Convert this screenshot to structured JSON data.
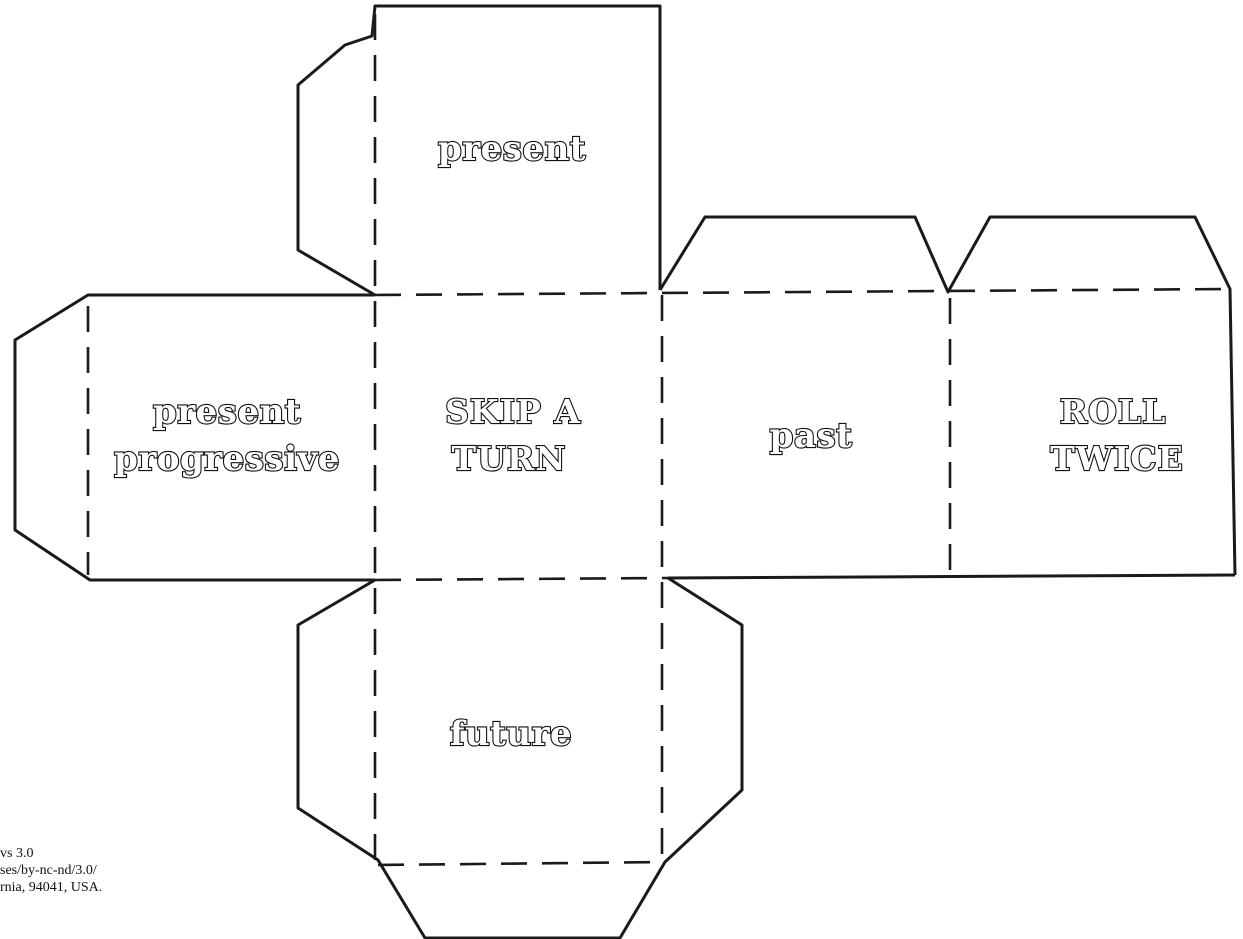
{
  "faces": {
    "top": "present",
    "left": [
      "present",
      "progressive"
    ],
    "center": [
      "SKIP A",
      "TURN"
    ],
    "right1": "past",
    "right2": [
      "ROLL",
      "TWICE"
    ],
    "bottom": "future"
  },
  "license_lines": [
    "vs 3.0",
    "ses/by-nc-nd/3.0/",
    "rnia, 94041, USA."
  ]
}
